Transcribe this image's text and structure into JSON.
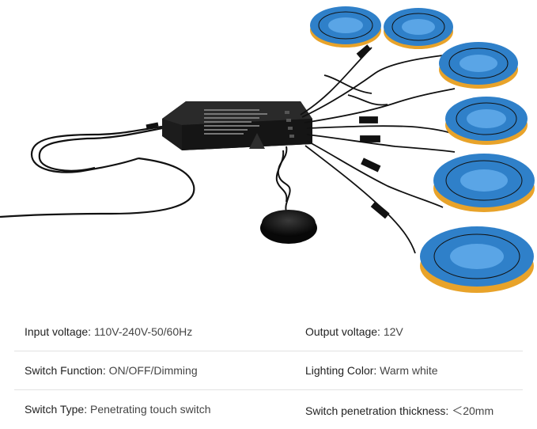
{
  "specs": {
    "rows": [
      {
        "left": {
          "label": "Input voltage:",
          "value": "110V-240V-50/60Hz"
        },
        "right": {
          "label": "Output voltage:",
          "value": "12V"
        }
      },
      {
        "left": {
          "label": "Switch Function:",
          "value": "ON/OFF/Dimming"
        },
        "right": {
          "label": "Lighting Color:",
          "value": "Warm white"
        }
      },
      {
        "left": {
          "label": "Switch Type:",
          "value": "Penetrating touch switch"
        },
        "right": {
          "label": "Switch penetration thickness:",
          "value": "＜20mm"
        }
      }
    ]
  },
  "colors": {
    "strip_blue": "#2f80c9",
    "strip_blue_light": "#5aa5e6",
    "strip_amber": "#e8a32a",
    "controller": "#1a1a1a",
    "cable": "#111111",
    "divider": "#e2e2e2"
  },
  "figure": {
    "controller_label": "",
    "component_names": [
      "led-strip-reel",
      "driver-box",
      "touch-switch",
      "power-cord"
    ]
  }
}
